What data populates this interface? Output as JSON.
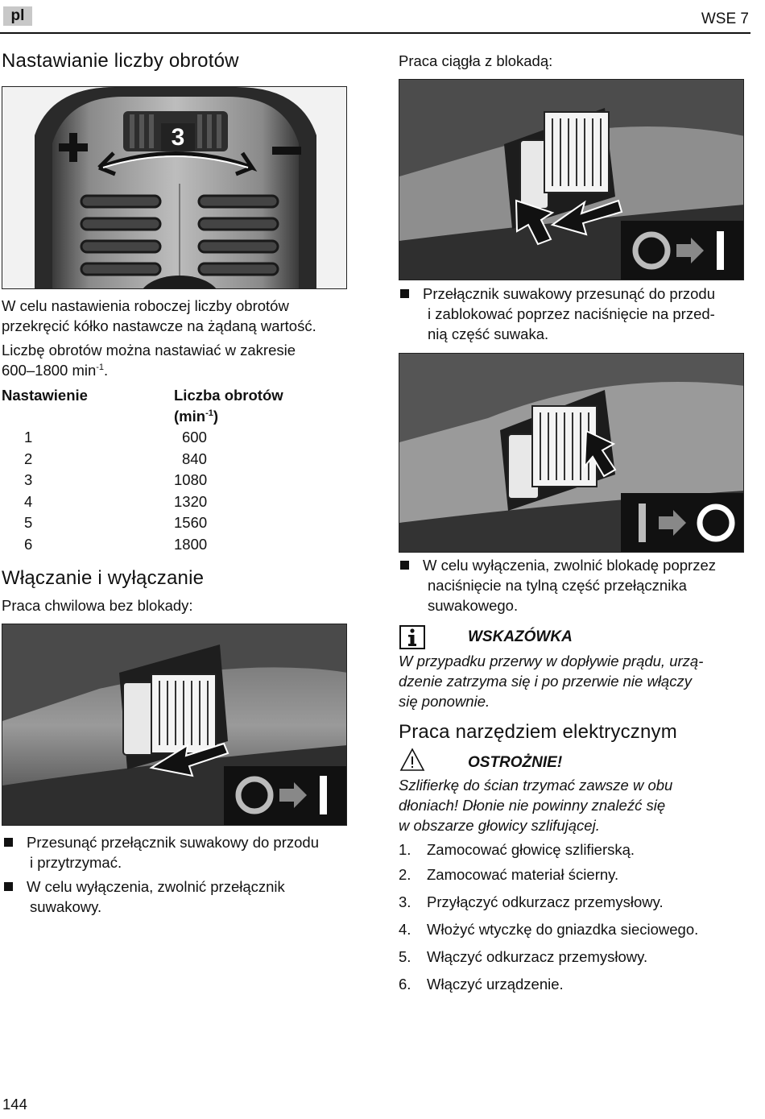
{
  "header": {
    "lang": "pl",
    "model": "WSE 7"
  },
  "left": {
    "section1": {
      "title": "Nastawianie liczby obrotów",
      "fig_dial_label": "3",
      "para1": [
        "W celu nastawienia roboczej liczby obrotów",
        "przekręcić kółko nastawcze na żądaną wartość."
      ],
      "para2_line1": "Liczbę obrotów można nastawiać w zakresie",
      "para2_line2": "600–1800 min",
      "para2_sup": "-1",
      "para2_end": ".",
      "table": {
        "col1": "Nastawienie",
        "col2_line1": "Liczba obrotów",
        "col2_line2_open": "(min",
        "col2_sup": "-1",
        "col2_line2_close": ")",
        "rows": [
          {
            "setting": "1",
            "rpm": "600"
          },
          {
            "setting": "2",
            "rpm": "840"
          },
          {
            "setting": "3",
            "rpm": "1080"
          },
          {
            "setting": "4",
            "rpm": "1320"
          },
          {
            "setting": "5",
            "rpm": "1560"
          },
          {
            "setting": "6",
            "rpm": "1800"
          }
        ]
      }
    },
    "section2": {
      "title": "Włączanie i wyłączanie",
      "subtitle": "Praca chwilowa bez blokady:",
      "bullets": [
        [
          "Przesunąć przełącznik suwakowy do przodu",
          "i przytrzymać."
        ],
        [
          "W celu wyłączenia, zwolnić przełącznik",
          "suwakowy."
        ]
      ]
    },
    "page_number": "144"
  },
  "right": {
    "subtitle": "Praca ciągła z blokadą:",
    "bullet1": [
      "Przełącznik suwakowy przesunąć do przodu",
      "i zablokować poprzez naciśnięcie na przed-",
      "nią część suwaka."
    ],
    "bullet2": [
      "W celu wyłączenia, zwolnić blokadę poprzez",
      "naciśnięcie na tylną część przełącznika",
      "suwakowego."
    ],
    "note": {
      "title": "WSKAZÓWKA",
      "lines": [
        "W przypadku przerwy w dopływie prądu, urzą-",
        "dzenie zatrzyma się i po przerwie nie włączy",
        "się ponownie."
      ]
    },
    "section3": {
      "title": "Praca narzędziem elektrycznym",
      "caution_title": "OSTROŻNIE!",
      "caution_lines": [
        "Szlifierkę do ścian trzymać zawsze w obu",
        "dłoniach! Dłonie nie powinny znaleźć się",
        "w obszarze głowicy szlifującej."
      ],
      "steps": [
        {
          "n": "1.",
          "t": "Zamocować głowicę szlifierską."
        },
        {
          "n": "2.",
          "t": "Zamocować materiał ścierny."
        },
        {
          "n": "3.",
          "t": "Przyłączyć odkurzacz przemysłowy."
        },
        {
          "n": "4.",
          "t": "Włożyć wtyczkę do gniazdka sieciowego."
        },
        {
          "n": "5.",
          "t": "Włączyć odkurzacz przemysłowy."
        },
        {
          "n": "6.",
          "t": "Włączyć urządzenie."
        }
      ]
    }
  }
}
